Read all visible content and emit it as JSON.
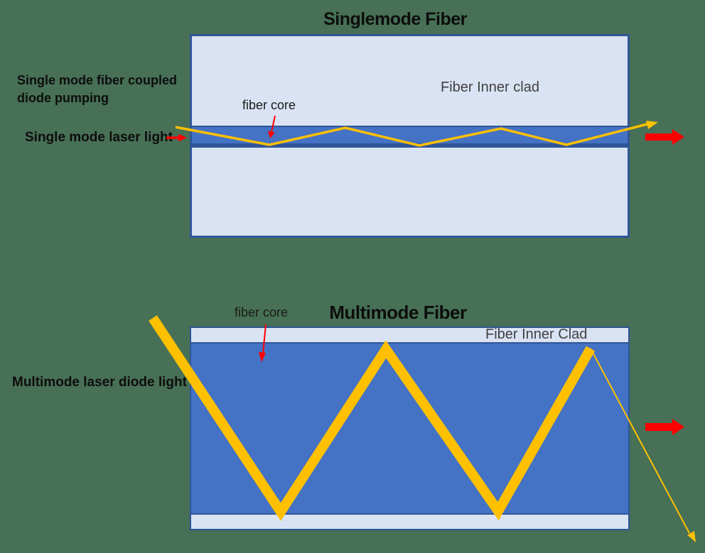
{
  "colors": {
    "bg-green": "#477056",
    "clad-light": "#dae3f3",
    "core-blue": "#4472c4",
    "border-blue": "#2f5597",
    "beam-yellow": "#ffc000",
    "arrow-red": "#ff0000",
    "text-black": "#0d0d0d",
    "clad-text": "#404040"
  },
  "singlemode": {
    "title": "Singlemode Fiber",
    "pump_label_lines": [
      "Single mode fiber coupled",
      "diode pumping"
    ],
    "laser_label": "Single mode laser light",
    "core_label": "fiber core",
    "clad_label": "Fiber Inner clad"
  },
  "multimode": {
    "title": "Multimode Fiber",
    "core_label": "fiber core",
    "clad_label": "Fiber Inner Clad",
    "laser_label": "Multimode laser diode light"
  }
}
